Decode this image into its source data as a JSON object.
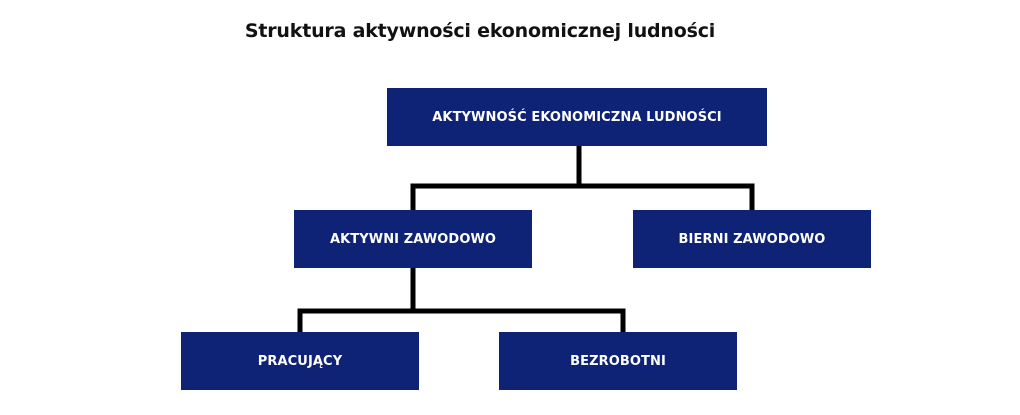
{
  "title": "Struktura aktywności ekonomicznej ludności",
  "colors": {
    "node_fill": "#0f2376",
    "node_text": "#ffffff",
    "connector": "#000000",
    "title_text": "#111111"
  },
  "nodes": {
    "root": "AKTYWNOŚĆ EKONOMICZNA LUDNOŚCI",
    "active": "AKTYWNI ZAWODOWO",
    "inactive": "BIERNI ZAWODOWO",
    "employed": "PRACUJĄCY",
    "unemployed": "BEZROBOTNI"
  },
  "edges": [
    [
      "root",
      "active"
    ],
    [
      "root",
      "inactive"
    ],
    [
      "active",
      "employed"
    ],
    [
      "active",
      "unemployed"
    ]
  ]
}
